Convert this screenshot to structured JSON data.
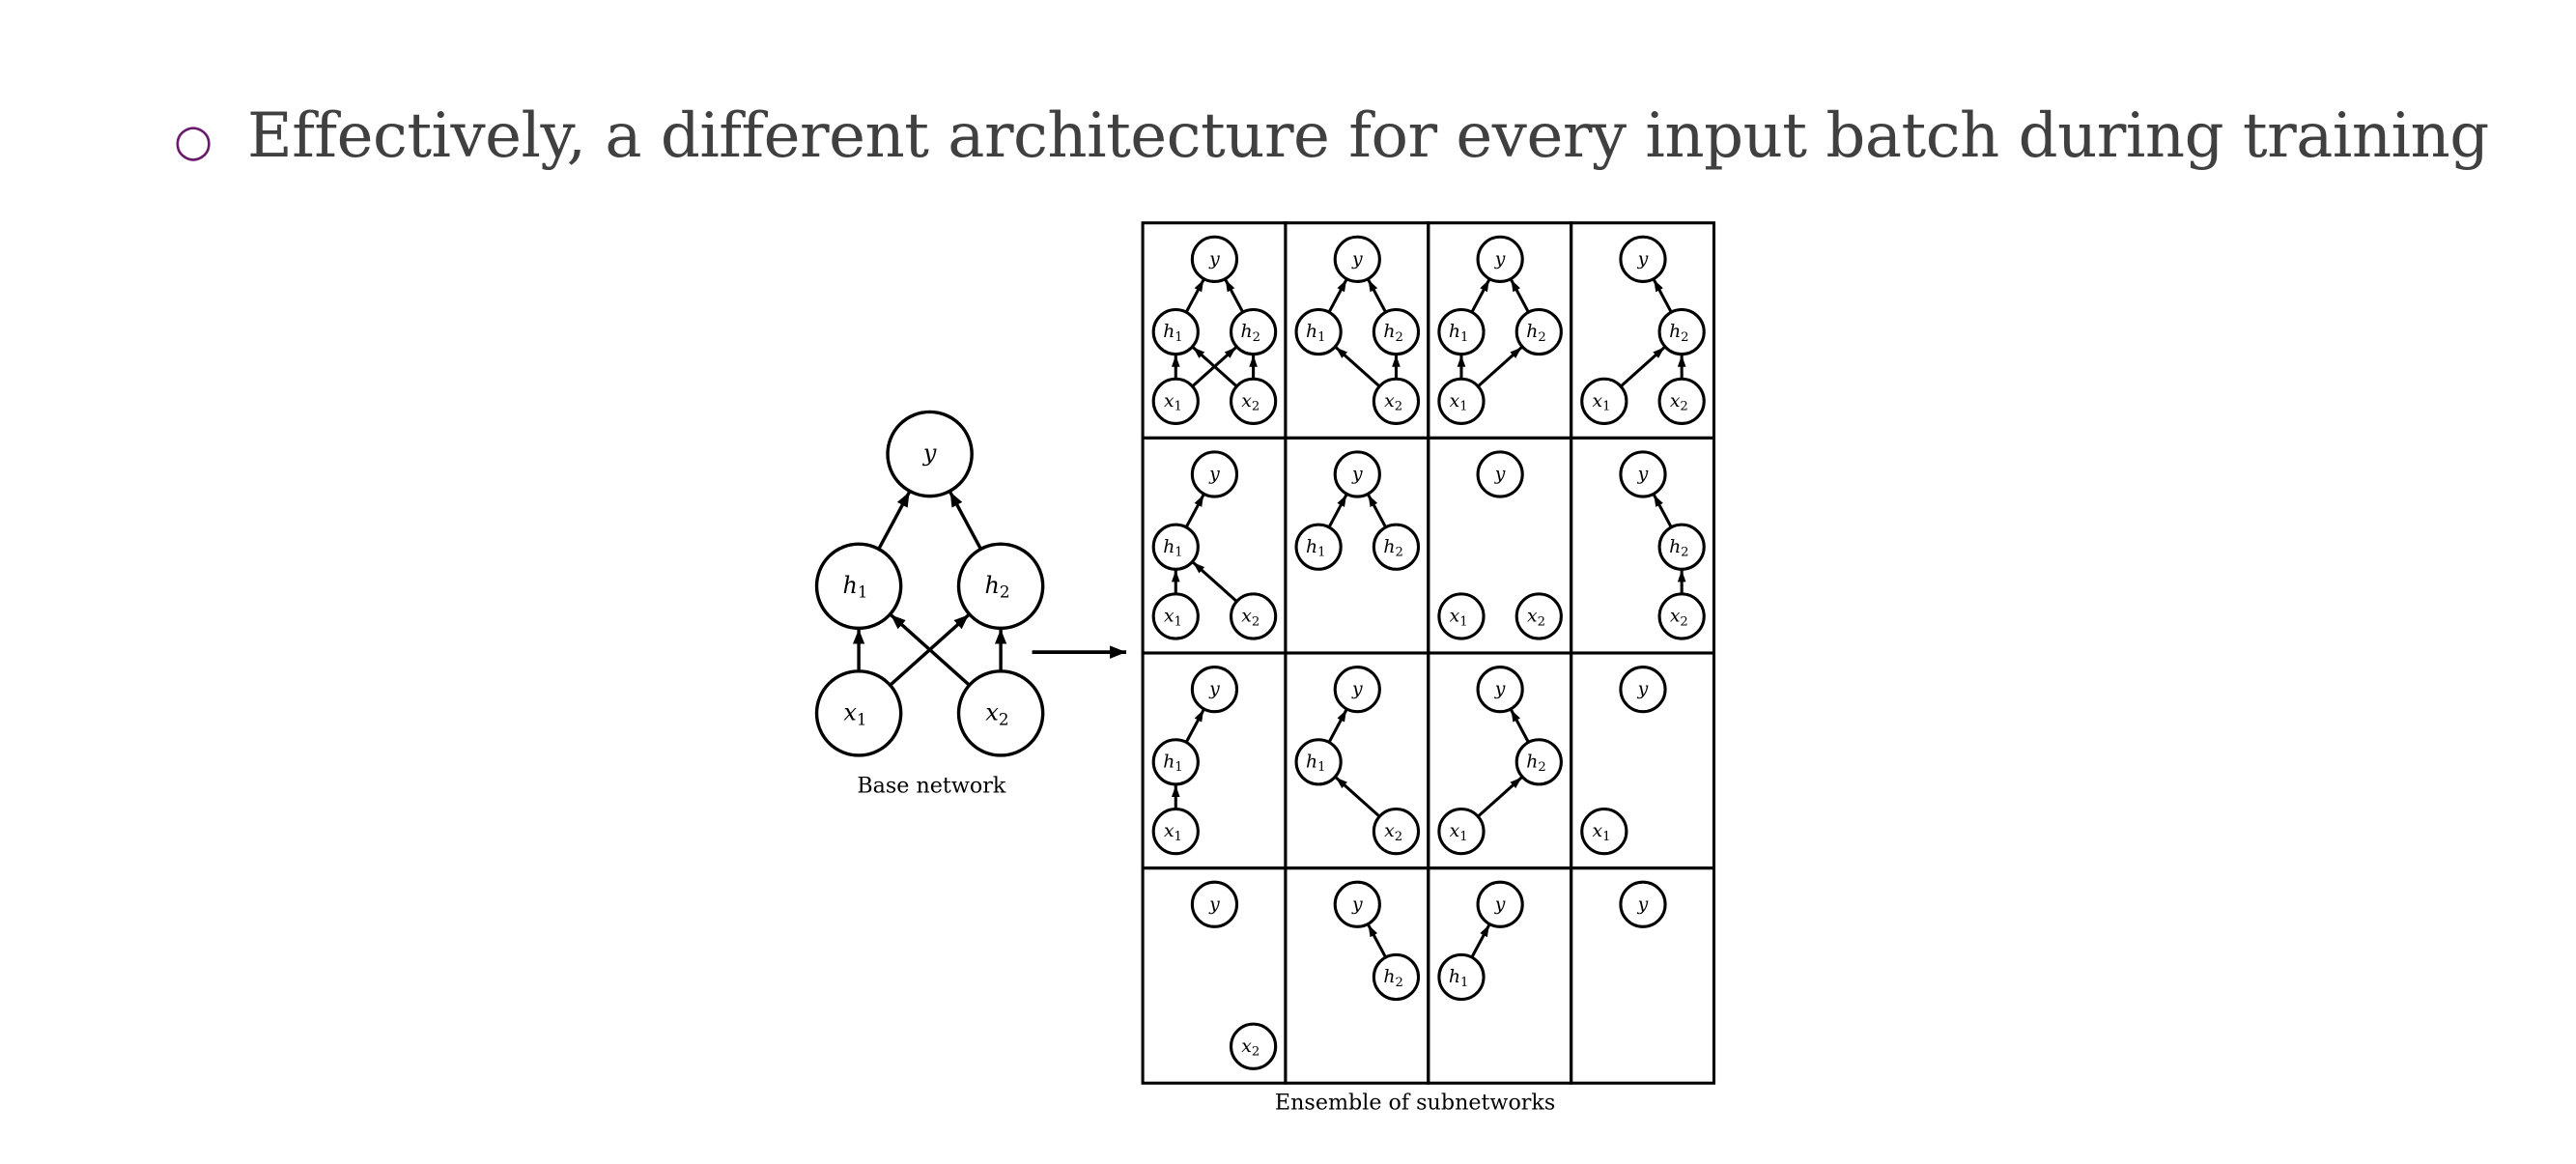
{
  "slide": {
    "bullet_icon": "hollow-circle-bullet",
    "bullet_color": "#6a1a6a",
    "title": "Effectively, a different architecture for every input batch during training"
  },
  "figure": {
    "base_caption": "Base network",
    "ensemble_caption": "Ensemble of subnetworks",
    "node_labels": {
      "y": [
        "y",
        ""
      ],
      "h1": [
        "h",
        "1"
      ],
      "h2": [
        "h",
        "2"
      ],
      "x1": [
        "x",
        "1"
      ],
      "x2": [
        "x",
        "2"
      ]
    },
    "base_network": {
      "nodes": [
        "y",
        "h1",
        "h2",
        "x1",
        "x2"
      ],
      "edges": [
        [
          "x1",
          "h1"
        ],
        [
          "x1",
          "h2"
        ],
        [
          "x2",
          "h1"
        ],
        [
          "x2",
          "h2"
        ],
        [
          "h1",
          "y"
        ],
        [
          "h2",
          "y"
        ]
      ]
    },
    "subnetworks": [
      {
        "nodes": [
          "y",
          "h1",
          "h2",
          "x1",
          "x2"
        ],
        "edges": [
          [
            "x1",
            "h1"
          ],
          [
            "x1",
            "h2"
          ],
          [
            "x2",
            "h1"
          ],
          [
            "x2",
            "h2"
          ],
          [
            "h1",
            "y"
          ],
          [
            "h2",
            "y"
          ]
        ]
      },
      {
        "nodes": [
          "y",
          "h1",
          "h2",
          "x2"
        ],
        "edges": [
          [
            "x2",
            "h1"
          ],
          [
            "x2",
            "h2"
          ],
          [
            "h1",
            "y"
          ],
          [
            "h2",
            "y"
          ]
        ]
      },
      {
        "nodes": [
          "y",
          "h1",
          "h2",
          "x1"
        ],
        "edges": [
          [
            "x1",
            "h1"
          ],
          [
            "x1",
            "h2"
          ],
          [
            "h1",
            "y"
          ],
          [
            "h2",
            "y"
          ]
        ]
      },
      {
        "nodes": [
          "y",
          "h2",
          "x1",
          "x2"
        ],
        "edges": [
          [
            "x1",
            "h2"
          ],
          [
            "x2",
            "h2"
          ],
          [
            "h2",
            "y"
          ]
        ]
      },
      {
        "nodes": [
          "y",
          "h1",
          "x1",
          "x2"
        ],
        "edges": [
          [
            "x1",
            "h1"
          ],
          [
            "x2",
            "h1"
          ],
          [
            "h1",
            "y"
          ]
        ]
      },
      {
        "nodes": [
          "y",
          "h1",
          "h2"
        ],
        "edges": [
          [
            "h1",
            "y"
          ],
          [
            "h2",
            "y"
          ]
        ]
      },
      {
        "nodes": [
          "y",
          "x1",
          "x2"
        ],
        "edges": []
      },
      {
        "nodes": [
          "y",
          "h2",
          "x2"
        ],
        "edges": [
          [
            "x2",
            "h2"
          ],
          [
            "h2",
            "y"
          ]
        ]
      },
      {
        "nodes": [
          "y",
          "h1",
          "x1"
        ],
        "edges": [
          [
            "x1",
            "h1"
          ],
          [
            "h1",
            "y"
          ]
        ]
      },
      {
        "nodes": [
          "y",
          "h1",
          "x2"
        ],
        "edges": [
          [
            "x2",
            "h1"
          ],
          [
            "h1",
            "y"
          ]
        ]
      },
      {
        "nodes": [
          "y",
          "h2",
          "x1"
        ],
        "edges": [
          [
            "x1",
            "h2"
          ],
          [
            "h2",
            "y"
          ]
        ]
      },
      {
        "nodes": [
          "y",
          "x1"
        ],
        "edges": []
      },
      {
        "nodes": [
          "y",
          "x2"
        ],
        "edges": []
      },
      {
        "nodes": [
          "y",
          "h2"
        ],
        "edges": [
          [
            "h2",
            "y"
          ]
        ]
      },
      {
        "nodes": [
          "y",
          "h1"
        ],
        "edges": [
          [
            "h1",
            "y"
          ]
        ]
      },
      {
        "nodes": [
          "y"
        ],
        "edges": []
      }
    ]
  }
}
